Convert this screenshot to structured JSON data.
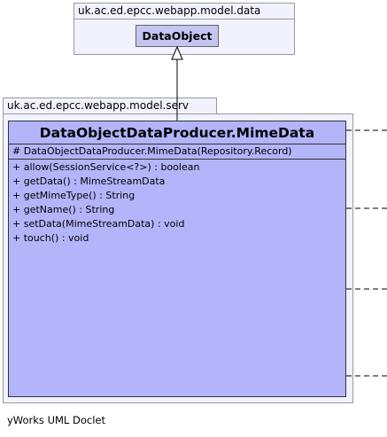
{
  "packages": {
    "data": {
      "name": "uk.ac.ed.epcc.webapp.model.data",
      "class_name": "DataObject"
    },
    "serv": {
      "name": "uk.ac.ed.epcc.webapp.model.serv",
      "class": {
        "title": "DataObjectDataProducer.MimeData",
        "constructor": "# DataObjectDataProducer.MimeData(Repository.Record)",
        "methods": [
          "+ allow(SessionService<?>) : boolean",
          "+ getData() : MimeStreamData",
          "+ getMimeType() : String",
          "+ getName() : String",
          "+ setData(MimeStreamData) : void",
          "+ touch() : void"
        ]
      }
    }
  },
  "footer": "yWorks UML Doclet",
  "colors": {
    "package_fill": "#f2f2ff",
    "referenced_class_fill": "#c5c5f3",
    "main_class_fill": "#b4b4fb"
  }
}
